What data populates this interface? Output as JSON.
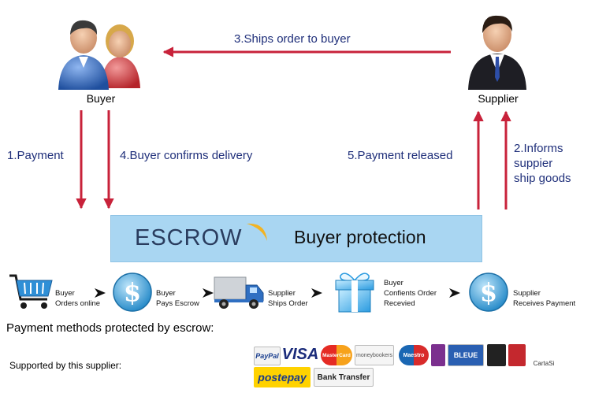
{
  "actors": {
    "buyer": "Buyer",
    "supplier": "Supplier"
  },
  "flows": {
    "ships": "3.Ships order to buyer",
    "payment": "1.Payment",
    "confirms": "4.Buyer confirms delivery",
    "released": "5.Payment released",
    "informs": [
      "2.Informs",
      "suppier",
      "ship goods"
    ]
  },
  "escrow": {
    "word": "ESCROW",
    "subtitle": "Buyer protection"
  },
  "steps": [
    {
      "lines": [
        "Buyer",
        "Orders online"
      ]
    },
    {
      "lines": [
        "Buyer",
        "Pays Escrow"
      ]
    },
    {
      "lines": [
        "Supplier",
        "Ships Order"
      ]
    },
    {
      "lines": [
        "Buyer",
        "Confients Order",
        "Recevied"
      ]
    },
    {
      "lines": [
        "Supplier",
        "Receives Payment"
      ]
    }
  ],
  "payment_methods": {
    "heading": "Payment methods protected by escrow:",
    "supported": "Supported by this supplier:",
    "logos": [
      "PayPal",
      "VISA",
      "MasterCard",
      "moneybookers",
      "Maestro",
      "BLEUE",
      "CartaSi",
      "postepay",
      "Bank Transfer"
    ]
  },
  "colors": {
    "arrow_red": "#c8223a",
    "flow_text": "#1f2f7a",
    "escrow_bg": "#a9d6f2"
  }
}
